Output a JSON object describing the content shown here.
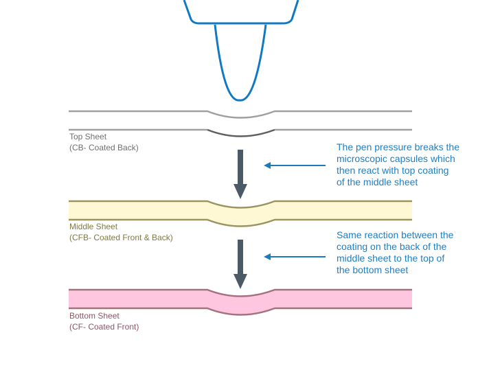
{
  "colors": {
    "pen": "#1079c1",
    "arrow_dark": "#4a5a66",
    "arrow_blue": "#1a7bbd",
    "top_line": "#a0a0a0",
    "top_line_dark": "#5f5f5f",
    "middle_fill": "#fff8d4",
    "middle_stroke": "#9b9360",
    "bottom_fill": "#ffc6df",
    "bottom_stroke": "#a3727d",
    "top_text": "#6f6f6f",
    "middle_text": "#7f7944",
    "bottom_text": "#8a5666",
    "note_text": "#1e7ec4"
  },
  "top_sheet": {
    "title": "Top Sheet",
    "subtitle": "(CB- Coated Back)"
  },
  "middle_sheet": {
    "title": "Middle Sheet",
    "subtitle": "(CFB- Coated Front & Back)"
  },
  "bottom_sheet": {
    "title": "Bottom Sheet",
    "subtitle": "(CF- Coated Front)"
  },
  "note1": {
    "line1": "The pen pressure breaks the",
    "line2": "microscopic capsules which",
    "line3": "then react with top coating",
    "line4": "of the middle sheet"
  },
  "note2": {
    "line1": "Same reaction between the",
    "line2": "coating on the back of the",
    "line3": "middle sheet to the top of",
    "line4": "the bottom sheet"
  }
}
